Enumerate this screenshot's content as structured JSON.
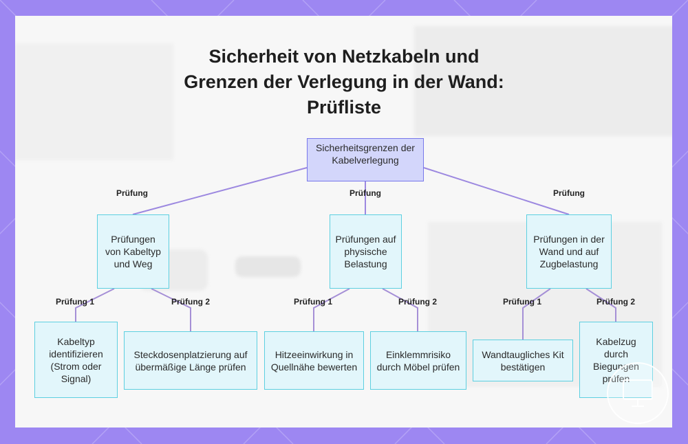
{
  "title_lines": [
    "Sicherheit von Netzkabeln und",
    "Grenzen der Verlegung in der Wand:",
    "Prüfliste"
  ],
  "colors": {
    "frame": "#9d87f2",
    "root_fill": "#d3d6fb",
    "root_border": "#7777ea",
    "node_fill": "#e2f6fb",
    "node_border": "#5ccfe0",
    "line_top": "#9c88e0",
    "line_bottom": "#a58fd6"
  },
  "nodes": {
    "root": "Sicherheitsgrenzen der Kabelverlegung",
    "group_1": "Prüfungen von Kabeltyp und Weg",
    "group_2": "Prüfungen auf physische Belastung",
    "group_3": "Prüfungen in der Wand und auf Zugbelastung",
    "leaf_1": "Kabeltyp identifizieren (Strom oder Signal)",
    "leaf_2": "Steckdosenplatzierung auf übermäßige Länge prüfen",
    "leaf_3": "Hitzeeinwirkung in Quellnähe bewerten",
    "leaf_4": "Einklemmrisiko durch Möbel prüfen",
    "leaf_5": "Wandtaugliches Kit bestätigen",
    "leaf_6": "Kabelzug durch Biegungen prüfen"
  },
  "edge_labels": {
    "root_to_1": "Prüfung",
    "root_to_2": "Prüfung",
    "root_to_3": "Prüfung",
    "g1_to_leaf1": "Prüfung 1",
    "g1_to_leaf2": "Prüfung 2",
    "g2_to_leaf3": "Prüfung 1",
    "g2_to_leaf4": "Prüfung 2",
    "g3_to_leaf5": "Prüfung 1",
    "g3_to_leaf6": "Prüfung 2"
  }
}
